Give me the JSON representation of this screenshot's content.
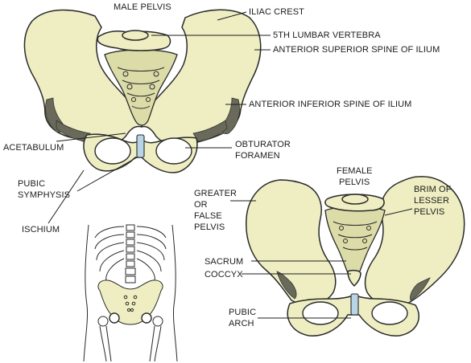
{
  "labels": {
    "male_pelvis": "MALE PELVIS",
    "iliac_crest": "ILIAC CREST",
    "fifth_lumbar": "5TH LUMBAR VERTEBRA",
    "ant_sup_spine": "ANTERIOR SUPERIOR SPINE OF ILIUM",
    "ant_inf_spine": "ANTERIOR INFERIOR SPINE OF ILIUM",
    "acetabulum": "ACETABULUM",
    "obturator_1": "OBTURATOR",
    "obturator_2": "FORAMEN",
    "pubic_sym_1": "PUBIC",
    "pubic_sym_2": "SYMPHYSIS",
    "ischium": "ISCHIUM",
    "female_1": "FEMALE",
    "female_2": "PELVIS",
    "greater_1": "GREATER",
    "greater_2": "OR",
    "greater_3": "FALSE",
    "greater_4": "PELVIS",
    "brim_1": "BRIM OF",
    "brim_2": "LESSER",
    "brim_3": "PELVIS",
    "sacrum": "SACRUM",
    "coccyx": "COCCYX",
    "pubic_arch_1": "PUBIC",
    "pubic_arch_2": "ARCH"
  }
}
